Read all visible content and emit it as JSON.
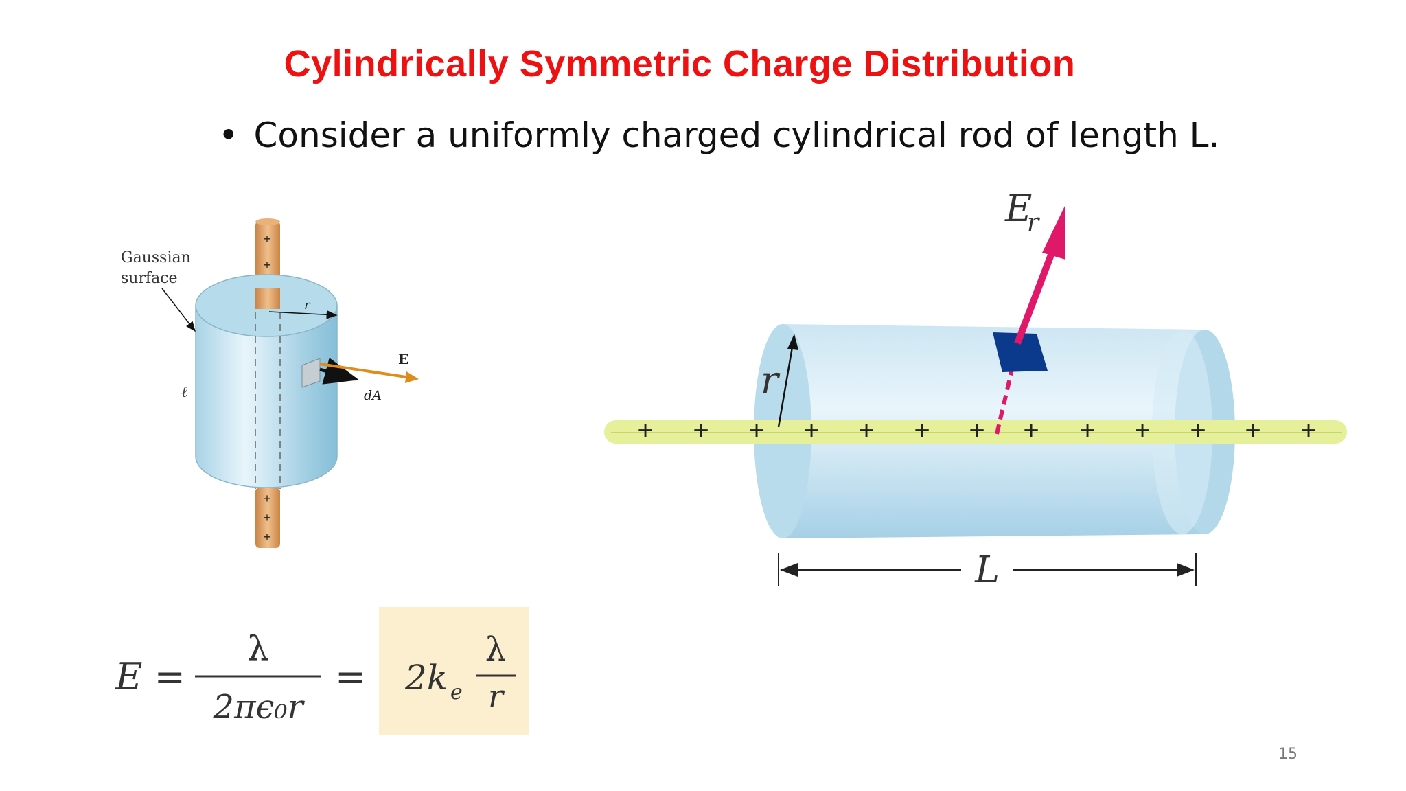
{
  "slide": {
    "title": "Cylindrically Symmetric Charge Distribution",
    "bullet": "Consider a uniformly charged cylindrical rod of length L.",
    "page_number": "15"
  },
  "left_figure": {
    "gaussian_label_line1": "Gaussian",
    "gaussian_label_line2": "surface",
    "radius_label": "r",
    "field_label": "E",
    "area_label": "dA",
    "length_label": "ℓ",
    "plus": "+"
  },
  "right_figure": {
    "field_label_main": "E",
    "field_label_sub": "r",
    "radius_label": "r",
    "length_label": "L",
    "plus": "+"
  },
  "formula": {
    "lhs": "E =",
    "numerator": "λ",
    "denominator": "2πϵ₀r",
    "equals": "=",
    "coefficient": "2k",
    "coefficient_sub": "e",
    "numerator2": "λ",
    "denominator2": "r"
  },
  "colors": {
    "title": "#ee1111",
    "cylinder": "#bfe0f0",
    "rod": "#e3a35c",
    "field_arrow_left": "#e08c1a",
    "field_arrow_right": "#e0186a",
    "patch": "#0b3a8c",
    "rod_right": "#e6f09a",
    "formula_box": "#fbefd0"
  }
}
